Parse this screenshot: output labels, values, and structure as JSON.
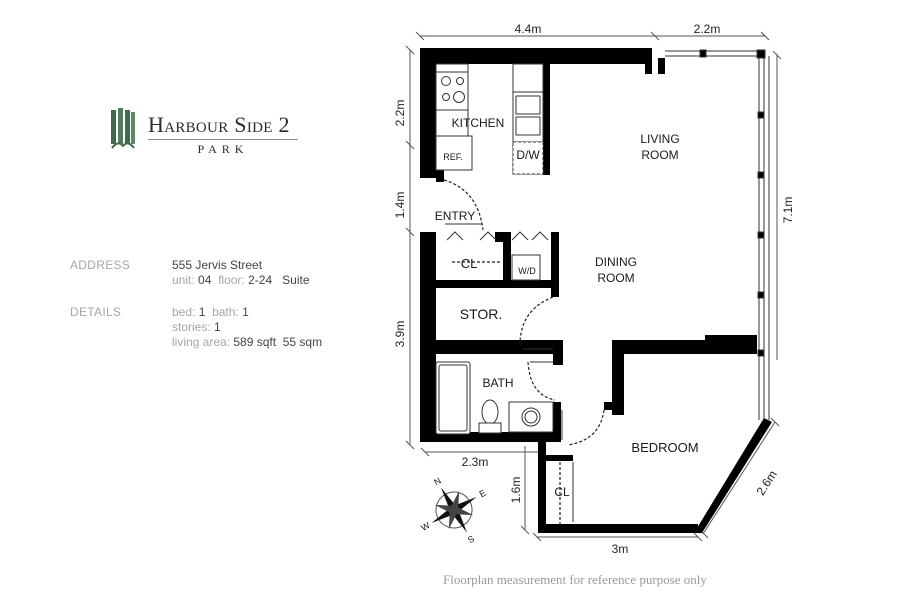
{
  "brand": {
    "title": "Harbour Side 2",
    "subtitle": "PARK",
    "accent_color": "#3f6b4a"
  },
  "info": {
    "address_label": "ADDRESS",
    "street": "555 Jervis Street",
    "unit_label": "unit:",
    "unit": "04",
    "floor_label": "floor:",
    "floor": "2-24",
    "type": "Suite",
    "details_label": "DETAILS",
    "bed_label": "bed:",
    "bed": "1",
    "bath_label": "bath:",
    "bath": "1",
    "stories_label": "stories:",
    "stories": "1",
    "area_label": "living area:",
    "area_sqft": "589 sqft",
    "area_sqm": "55 sqm"
  },
  "rooms": {
    "kitchen": "KITCHEN",
    "ref": "REF.",
    "dw": "D/W",
    "living": [
      "LIVING",
      "ROOM"
    ],
    "entry": "ENTRY",
    "closet1": "CL",
    "wd": "W/D",
    "dining": [
      "DINING",
      "ROOM"
    ],
    "storage": "STOR.",
    "bath": "BATH",
    "bedroom": "BEDROOM",
    "closet2": "CL"
  },
  "dimensions": {
    "top_left": "4.4m",
    "top_right": "2.2m",
    "left_top": "2.2m",
    "left_mid": "1.4m",
    "left_bottom": "3.9m",
    "right": "7.1m",
    "bottom_left": "2.3m",
    "closet_height": "1.6m",
    "bottom": "3m",
    "diagonal": "2.6m"
  },
  "compass": {
    "n": "N",
    "e": "E",
    "s": "S",
    "w": "W"
  },
  "footer": "Floorplan measurement for reference purpose only"
}
